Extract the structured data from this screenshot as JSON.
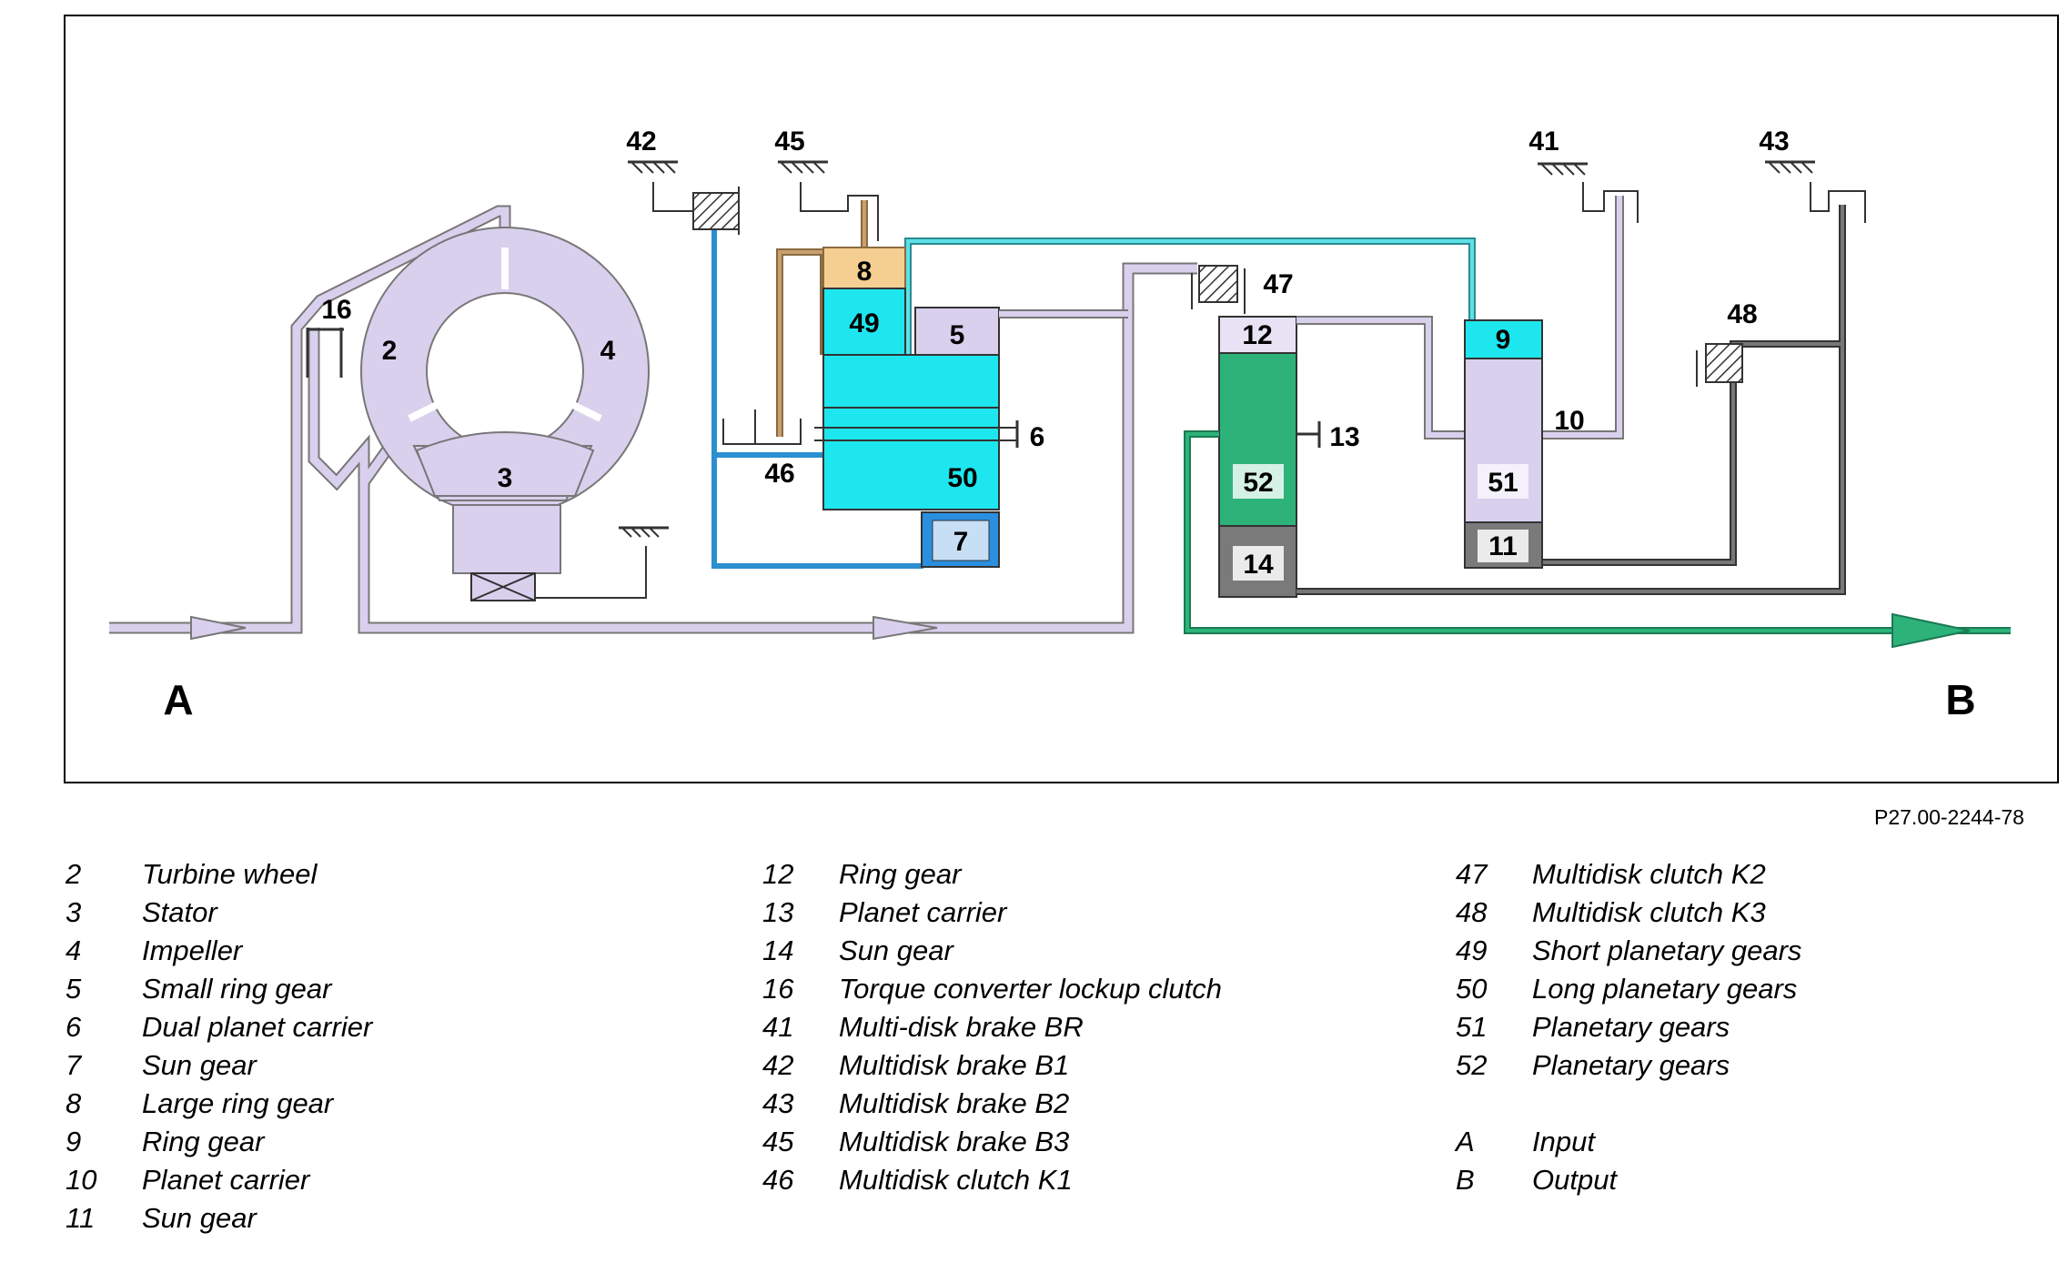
{
  "diagram": {
    "component_labels": {
      "c2": "2",
      "c3": "3",
      "c4": "4",
      "c5": "5",
      "c6": "6",
      "c7": "7",
      "c8": "8",
      "c9": "9",
      "c10": "10",
      "c11": "11",
      "c12": "12",
      "c13": "13",
      "c14": "14",
      "c16": "16",
      "c41": "41",
      "c42": "42",
      "c43": "43",
      "c45": "45",
      "c46": "46",
      "c47": "47",
      "c48": "48",
      "c49": "49",
      "c50": "50",
      "c51": "51",
      "c52": "52"
    },
    "input_label": "A",
    "output_label": "B",
    "colors": {
      "lavender": "#d9d0ee",
      "cyan": "#1ee6ee",
      "teal_line": "#44b8bc",
      "blue_line": "#2b8fd0",
      "tan": "#c8a070",
      "tan_fill": "#f5cf92",
      "green": "#2db37a",
      "dark_gray": "#5a5a5a",
      "sun_gear_blue": "#2b8fe0"
    }
  },
  "figure_code": "P27.00-2244-78",
  "legend": {
    "col1": [
      {
        "num": "2",
        "text": "Turbine wheel"
      },
      {
        "num": "3",
        "text": "Stator"
      },
      {
        "num": "4",
        "text": "Impeller"
      },
      {
        "num": "5",
        "text": "Small ring gear"
      },
      {
        "num": "6",
        "text": "Dual planet carrier"
      },
      {
        "num": "7",
        "text": "Sun gear"
      },
      {
        "num": "8",
        "text": "Large ring gear"
      },
      {
        "num": "9",
        "text": "Ring gear"
      },
      {
        "num": "10",
        "text": "Planet carrier"
      },
      {
        "num": "11",
        "text": "Sun gear"
      }
    ],
    "col2": [
      {
        "num": "12",
        "text": "Ring gear"
      },
      {
        "num": "13",
        "text": "Planet carrier"
      },
      {
        "num": "14",
        "text": "Sun gear"
      },
      {
        "num": "16",
        "text": "Torque converter lockup clutch"
      },
      {
        "num": "41",
        "text": "Multi-disk brake BR"
      },
      {
        "num": "42",
        "text": "Multidisk brake B1"
      },
      {
        "num": "43",
        "text": "Multidisk brake B2"
      },
      {
        "num": "45",
        "text": "Multidisk brake B3"
      },
      {
        "num": "46",
        "text": "Multidisk clutch K1"
      }
    ],
    "col3": [
      {
        "num": "47",
        "text": "Multidisk clutch K2"
      },
      {
        "num": "48",
        "text": "Multidisk clutch K3"
      },
      {
        "num": "49",
        "text": "Short planetary gears"
      },
      {
        "num": "50",
        "text": "Long planetary gears"
      },
      {
        "num": "51",
        "text": "Planetary gears"
      },
      {
        "num": "52",
        "text": "Planetary gears"
      }
    ],
    "col3b": [
      {
        "num": "A",
        "text": "Input"
      },
      {
        "num": "B",
        "text": "Output"
      }
    ]
  }
}
